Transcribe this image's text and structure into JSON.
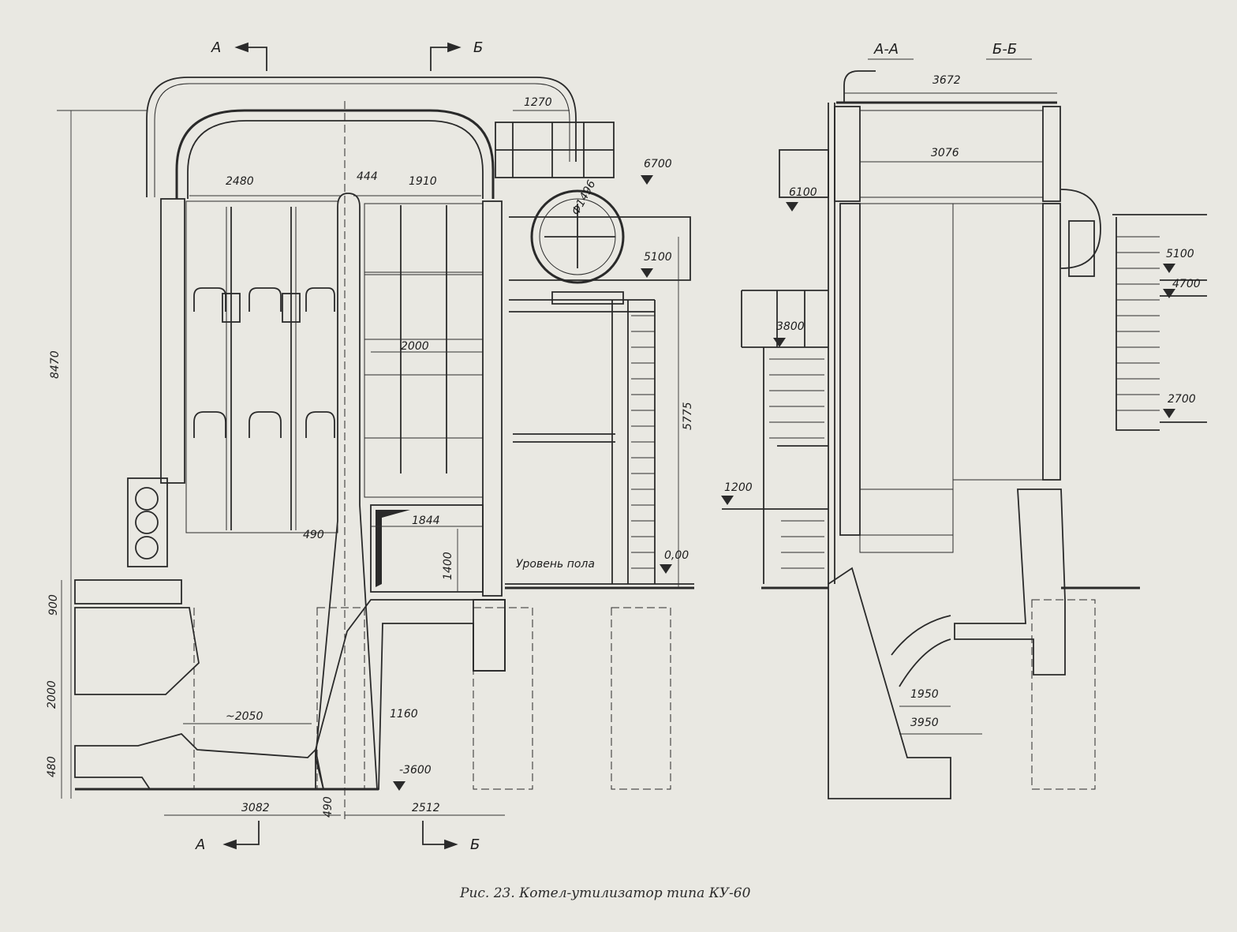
{
  "caption": "Рис. 23. Котел-утилизатор типа КУ-60",
  "section_marks": {
    "a_top": "А",
    "b_top": "Б",
    "a_bottom": "А",
    "b_bottom": "Б",
    "section_aa": "А-А",
    "section_bb": "Б-Б"
  },
  "dimensions": {
    "d1270": "1270",
    "d2480": "2480",
    "d444": "444",
    "d1910": "1910",
    "d2000": "2000",
    "d1844": "1844",
    "d1400": "1400",
    "d490": "490",
    "d2050": "~2050",
    "d1160": "1160",
    "d3082": "3082",
    "d490b": "490",
    "d2512": "2512",
    "d8470": "8470",
    "d5775": "5775",
    "d900": "900",
    "d2000v": "2000",
    "d480": "480",
    "drum": "Ф1496",
    "d3672": "3672",
    "d3076": "3076",
    "d1950": "1950",
    "d3950": "3950"
  },
  "elevations": {
    "e6700": "6700",
    "e5100": "5100",
    "e000": "0,00",
    "em3600": "-3600",
    "e6100": "6100",
    "e3800": "3800",
    "e1200": "1200",
    "e5100r": "5100",
    "e4700": "4700",
    "e2700": "2700"
  },
  "floor_label": "Уровень пола"
}
